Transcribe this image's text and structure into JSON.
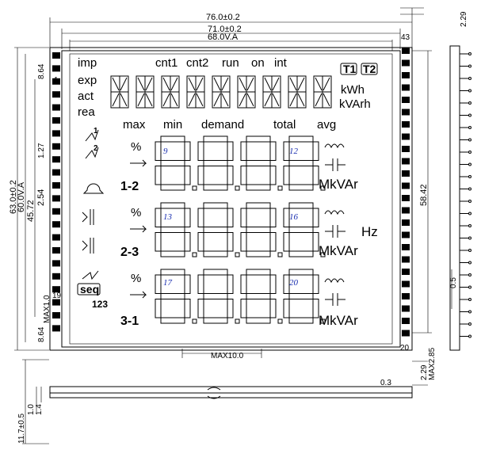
{
  "dimensions": {
    "outer_width": "76.0±0.2",
    "glass_width": "71.0±0.2",
    "view_width": "68.0V.A",
    "top_right_offset": "2.29",
    "outer_height": "63.0±0.2",
    "view_height": "60.0V.A",
    "inner_height_1": "45.72",
    "pitch": "2.54",
    "pin_pitch": "1.27",
    "top_margin": "8.64",
    "bottom_margin": "8.64",
    "max_1": "MAX1.0",
    "pin_span": "58.42",
    "pin_width": "0.5",
    "max_bottom": "MAX10.0",
    "thickness": "2.29",
    "max_thickness": "MAX2.85",
    "clearance": "0.3",
    "pin_length": "11.7±0.5",
    "side_1": "1.0",
    "side_2": "1.4",
    "pin_numbers": [
      "1",
      "19",
      "20",
      "43"
    ]
  },
  "lcd": {
    "top_row": [
      "imp",
      "cnt1",
      "cnt2",
      "run",
      "on",
      "int"
    ],
    "side_words": [
      "exp",
      "act",
      "rea"
    ],
    "badges": [
      "T1",
      "T2"
    ],
    "units_top": [
      "kWh",
      "kVArh"
    ],
    "mode_row": [
      "max",
      "min",
      "demand",
      "total",
      "avg"
    ],
    "phase_labels": [
      "1-2",
      "2-3",
      "3-1"
    ],
    "percent": "%",
    "hz": "Hz",
    "mk_units": "MkVAr",
    "seq": "seq",
    "phase_seq": "123",
    "phase_numbers": [
      "9",
      "12",
      "13",
      "16",
      "17",
      "20"
    ]
  },
  "colors": {
    "annotation_blue": "#1a2fb0",
    "line": "#000000"
  }
}
